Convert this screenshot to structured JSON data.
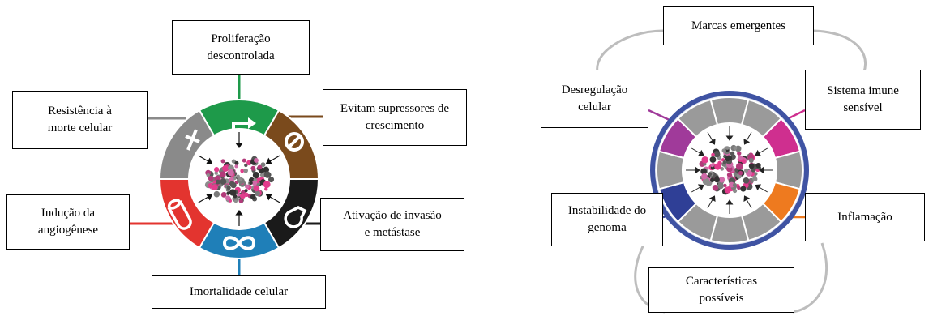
{
  "left_diagram": {
    "center": "",
    "labels": {
      "top": "Proliferação\ndescontrolada",
      "upper_right": "Evitam supressores de\ncrescimento",
      "lower_right": "Ativação de invasão\ne metástase",
      "bottom": "Imortalidade celular",
      "lower_left": "Indução da\nangiogênese",
      "upper_left": "Resistência à\nmorte celular"
    },
    "segments": [
      {
        "name": "proliferation",
        "color": "#1e9a4a",
        "icon": "arrow-up-right-icon"
      },
      {
        "name": "growth-suppressors",
        "color": "#7a4a1c",
        "icon": "no-entry-icon"
      },
      {
        "name": "invasion",
        "color": "#1a1a1a",
        "icon": "bottle-icon"
      },
      {
        "name": "immortality",
        "color": "#1f7fb8",
        "icon": "infinity-icon"
      },
      {
        "name": "angiogenesis",
        "color": "#e3342f",
        "icon": "vessel-icon"
      },
      {
        "name": "death-resistance",
        "color": "#8a8a8a",
        "icon": "dagger-icon"
      }
    ]
  },
  "right_diagram": {
    "labels": {
      "top": "Marcas emergentes",
      "upper_left": "Desregulação\ncelular",
      "upper_right": "Sistema imune\nsensível",
      "lower_left": "Instabilidade do\ngenoma",
      "lower_right": "Inflamação",
      "bottom": "Características\npossíveis"
    },
    "ring_color": "#3f53a3",
    "accent_colors": {
      "deregulation": "#a03a9a",
      "immune": "#cf2f8f",
      "inflammation": "#ee7a1f",
      "instability": "#2f3f96",
      "neutral": "#9a9a9a"
    }
  }
}
